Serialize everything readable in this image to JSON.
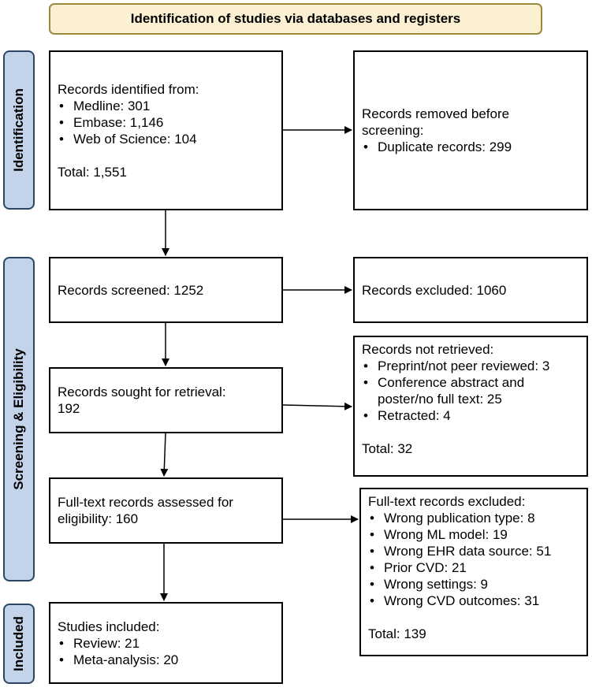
{
  "header": {
    "title": "Identification of studies via databases and registers"
  },
  "phases": {
    "identification": "Identification",
    "screening": "Screening & Eligibility",
    "included": "Included"
  },
  "identified": {
    "heading": "Records identified from:",
    "items": [
      "Medline: 301",
      "Embase: 1,146",
      "Web of Science: 104"
    ],
    "total": "Total: 1,551"
  },
  "removed": {
    "heading_line1": "Records removed before",
    "heading_line2": "screening:",
    "items": [
      "Duplicate records: 299"
    ]
  },
  "screened": {
    "text": "Records screened: 1252"
  },
  "excluded": {
    "text": "Records excluded: 1060"
  },
  "sought": {
    "line1": "Records sought for retrieval:",
    "line2": "192"
  },
  "not_retrieved": {
    "heading": "Records not retrieved:",
    "items": [
      "Preprint/not peer reviewed: 3",
      "Conference abstract and",
      "Retracted: 4"
    ],
    "item2_cont": "poster/no full text: 25",
    "total": "Total: 32"
  },
  "fulltext": {
    "line1": "Full-text records assessed for",
    "line2": "eligibility: 160"
  },
  "ft_excluded": {
    "heading": "Full-text records excluded:",
    "items": [
      "Wrong publication type: 8",
      "Wrong ML model: 19",
      "Wrong EHR data source: 51",
      "Prior CVD: 21",
      "Wrong settings: 9",
      "Wrong CVD outcomes: 31"
    ],
    "total": "Total: 139"
  },
  "included": {
    "heading": "Studies included:",
    "items": [
      "Review: 21",
      "Meta-analysis: 20"
    ]
  }
}
